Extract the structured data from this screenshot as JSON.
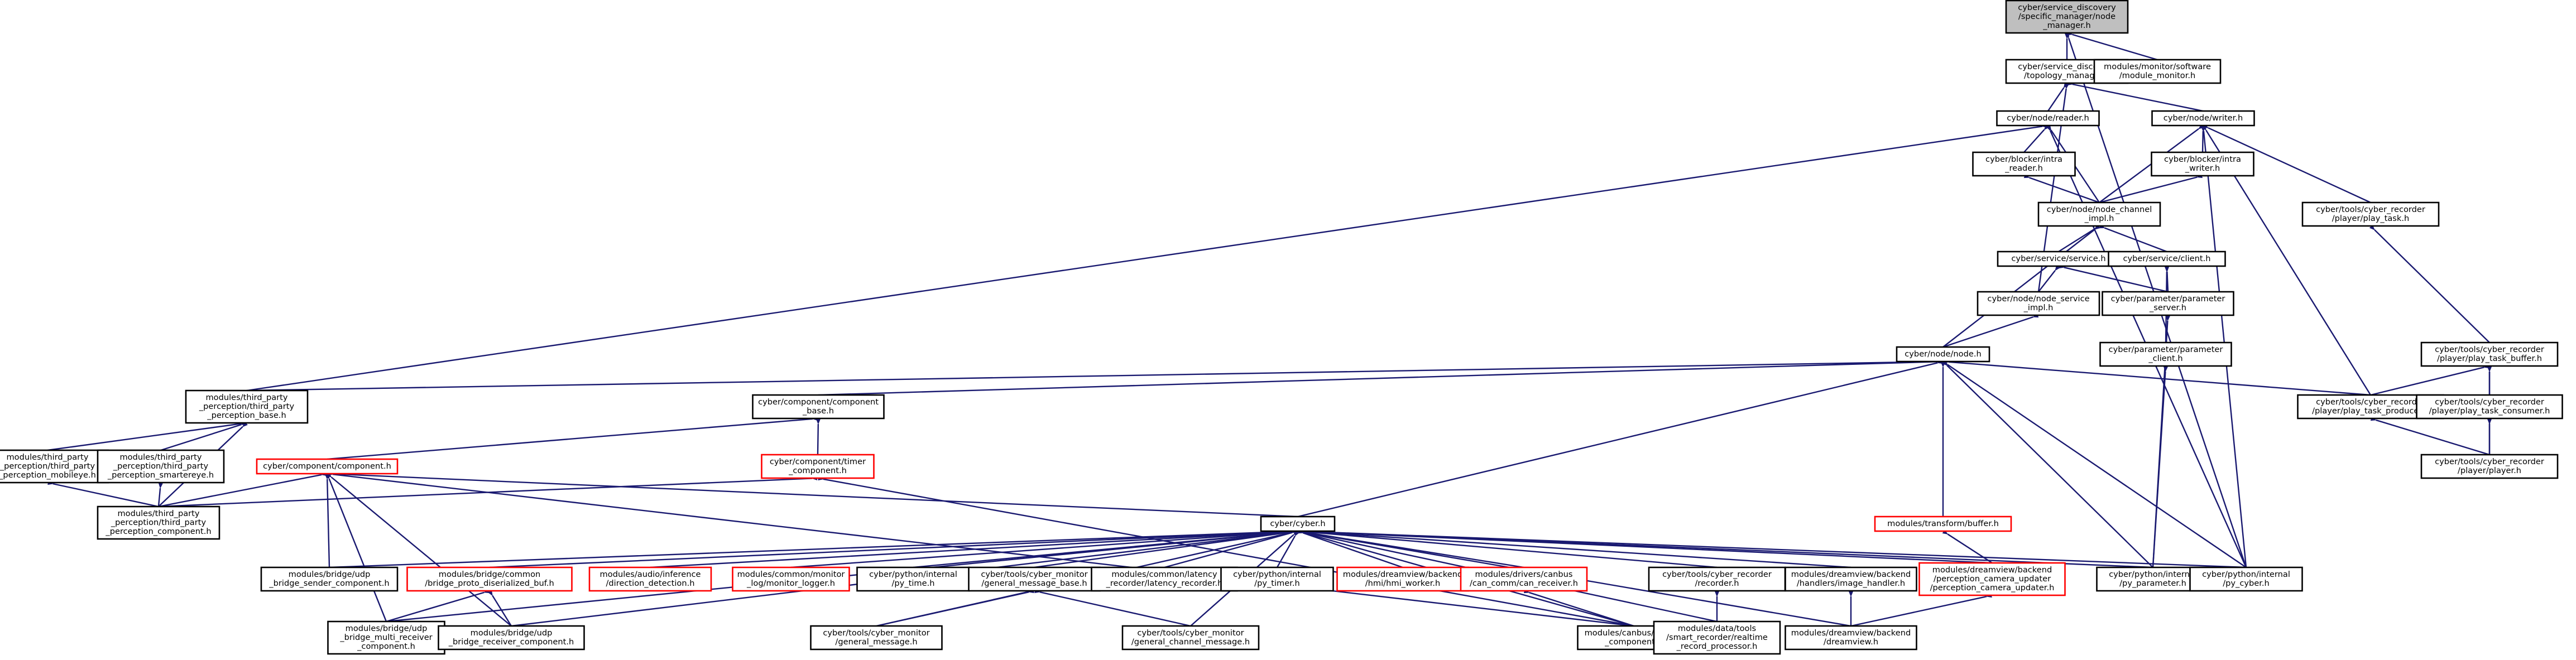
{
  "graph": {
    "type": "include-dependency-graph",
    "nodes": [
      {
        "id": "mgr",
        "lines": [
          "cyber/service_discovery",
          "/specific_manager/node",
          "_manager.h"
        ],
        "style": "root"
      },
      {
        "id": "topo",
        "lines": [
          "cyber/service_discovery",
          "/topology_manager.h"
        ]
      },
      {
        "id": "monsw",
        "lines": [
          "modules/monitor/software",
          "/module_monitor.h"
        ]
      },
      {
        "id": "reader",
        "lines": [
          "cyber/node/reader.h"
        ]
      },
      {
        "id": "writer",
        "lines": [
          "cyber/node/writer.h"
        ]
      },
      {
        "id": "intrareader",
        "lines": [
          "cyber/blocker/intra",
          "_reader.h"
        ]
      },
      {
        "id": "intrawriter",
        "lines": [
          "cyber/blocker/intra",
          "_writer.h"
        ]
      },
      {
        "id": "playtask",
        "lines": [
          "cyber/tools/cyber_recorder",
          "/player/play_task.h"
        ]
      },
      {
        "id": "channel",
        "lines": [
          "cyber/node/node_channel",
          "_impl.h"
        ]
      },
      {
        "id": "service",
        "lines": [
          "cyber/service/service.h"
        ]
      },
      {
        "id": "client",
        "lines": [
          "cyber/service/client.h"
        ]
      },
      {
        "id": "nodesvc",
        "lines": [
          "cyber/node/node_service",
          "_impl.h"
        ]
      },
      {
        "id": "paramsrv",
        "lines": [
          "cyber/parameter/parameter",
          "_server.h"
        ]
      },
      {
        "id": "paramcli",
        "lines": [
          "cyber/parameter/parameter",
          "_client.h"
        ]
      },
      {
        "id": "node",
        "lines": [
          "cyber/node/node.h"
        ]
      },
      {
        "id": "taskbuf",
        "lines": [
          "cyber/tools/cyber_recorder",
          "/player/play_task_buffer.h"
        ]
      },
      {
        "id": "taskprod",
        "lines": [
          "cyber/tools/cyber_recorder",
          "/player/play_task_producer.h"
        ]
      },
      {
        "id": "taskcons",
        "lines": [
          "cyber/tools/cyber_recorder",
          "/player/play_task_consumer.h"
        ]
      },
      {
        "id": "player",
        "lines": [
          "cyber/tools/cyber_recorder",
          "/player/player.h"
        ]
      },
      {
        "id": "tpbase",
        "lines": [
          "modules/third_party",
          "_perception/third_party",
          "_perception_base.h"
        ]
      },
      {
        "id": "compbase",
        "lines": [
          "cyber/component/component",
          "_base.h"
        ]
      },
      {
        "id": "mobileye",
        "lines": [
          "modules/third_party",
          "_perception/third_party",
          "_perception_mobileye.h"
        ]
      },
      {
        "id": "smartereye",
        "lines": [
          "modules/third_party",
          "_perception/third_party",
          "_perception_smartereye.h"
        ]
      },
      {
        "id": "component",
        "lines": [
          "cyber/component/component.h"
        ],
        "style": "red"
      },
      {
        "id": "timercomp",
        "lines": [
          "cyber/component/timer",
          "_component.h"
        ],
        "style": "red"
      },
      {
        "id": "tpcomp",
        "lines": [
          "modules/third_party",
          "_perception/third_party",
          "_perception_component.h"
        ]
      },
      {
        "id": "tfbuf",
        "lines": [
          "modules/transform/buffer.h"
        ],
        "style": "red"
      },
      {
        "id": "cyber",
        "lines": [
          "cyber/cyber.h"
        ]
      },
      {
        "id": "udpsender",
        "lines": [
          "modules/bridge/udp",
          "_bridge_sender_component.h"
        ]
      },
      {
        "id": "protobuf",
        "lines": [
          "modules/bridge/common",
          "/bridge_proto_diserialized_buf.h"
        ],
        "style": "red"
      },
      {
        "id": "dirdetect",
        "lines": [
          "modules/audio/inference",
          "/direction_detection.h"
        ],
        "style": "red"
      },
      {
        "id": "monlogger",
        "lines": [
          "modules/common/monitor",
          "_log/monitor_logger.h"
        ],
        "style": "red"
      },
      {
        "id": "pytime",
        "lines": [
          "cyber/python/internal",
          "/py_time.h"
        ]
      },
      {
        "id": "genmsgbase",
        "lines": [
          "cyber/tools/cyber_monitor",
          "/general_message_base.h"
        ]
      },
      {
        "id": "latency",
        "lines": [
          "modules/common/latency",
          "_recorder/latency_recorder.h"
        ]
      },
      {
        "id": "pytimer",
        "lines": [
          "cyber/python/internal",
          "/py_timer.h"
        ]
      },
      {
        "id": "hmiworker",
        "lines": [
          "modules/dreamview/backend",
          "/hmi/hmi_worker.h"
        ],
        "style": "red"
      },
      {
        "id": "canrecv",
        "lines": [
          "modules/drivers/canbus",
          "/can_comm/can_receiver.h"
        ],
        "style": "red"
      },
      {
        "id": "recorder",
        "lines": [
          "cyber/tools/cyber_recorder",
          "/recorder.h"
        ]
      },
      {
        "id": "imghandler",
        "lines": [
          "modules/dreamview/backend",
          "/handlers/image_handler.h"
        ]
      },
      {
        "id": "camupdater",
        "lines": [
          "modules/dreamview/backend",
          "/perception_camera_updater",
          "/perception_camera_updater.h"
        ],
        "style": "red"
      },
      {
        "id": "pyparam",
        "lines": [
          "cyber/python/internal",
          "/py_parameter.h"
        ]
      },
      {
        "id": "pycyber",
        "lines": [
          "cyber/python/internal",
          "/py_cyber.h"
        ]
      },
      {
        "id": "multirecv",
        "lines": [
          "modules/bridge/udp",
          "_bridge_multi_receiver",
          "_component.h"
        ]
      },
      {
        "id": "udprecv",
        "lines": [
          "modules/bridge/udp",
          "_bridge_receiver_component.h"
        ]
      },
      {
        "id": "genmsg",
        "lines": [
          "cyber/tools/cyber_monitor",
          "/general_message.h"
        ]
      },
      {
        "id": "genchanmsg",
        "lines": [
          "cyber/tools/cyber_monitor",
          "/general_channel_message.h"
        ]
      },
      {
        "id": "canbuscomp",
        "lines": [
          "modules/canbus/canbus",
          "_component.h"
        ]
      },
      {
        "id": "rtproc",
        "lines": [
          "modules/data/tools",
          "/smart_recorder/realtime",
          "_record_processor.h"
        ]
      },
      {
        "id": "dreamview",
        "lines": [
          "modules/dreamview/backend",
          "/dreamview.h"
        ]
      }
    ],
    "edges": [
      [
        "mgr",
        "topo"
      ],
      [
        "mgr",
        "monsw"
      ],
      [
        "mgr",
        "pycyber"
      ],
      [
        "topo",
        "reader"
      ],
      [
        "topo",
        "writer"
      ],
      [
        "topo",
        "nodesvc"
      ],
      [
        "reader",
        "intrareader"
      ],
      [
        "reader",
        "channel"
      ],
      [
        "reader",
        "tpbase"
      ],
      [
        "reader",
        "pycyber"
      ],
      [
        "writer",
        "intrawriter"
      ],
      [
        "writer",
        "channel"
      ],
      [
        "writer",
        "playtask"
      ],
      [
        "writer",
        "taskprod"
      ],
      [
        "writer",
        "pycyber"
      ],
      [
        "intrareader",
        "channel"
      ],
      [
        "intrawriter",
        "channel"
      ],
      [
        "channel",
        "service"
      ],
      [
        "channel",
        "client"
      ],
      [
        "channel",
        "node"
      ],
      [
        "service",
        "nodesvc"
      ],
      [
        "service",
        "paramsrv"
      ],
      [
        "client",
        "paramsrv"
      ],
      [
        "client",
        "paramcli"
      ],
      [
        "nodesvc",
        "node"
      ],
      [
        "paramcli",
        "pyparam"
      ],
      [
        "paramsrv",
        "pyparam"
      ],
      [
        "playtask",
        "taskbuf"
      ],
      [
        "taskbuf",
        "taskprod"
      ],
      [
        "taskbuf",
        "taskcons"
      ],
      [
        "taskbuf",
        "player"
      ],
      [
        "taskprod",
        "player"
      ],
      [
        "taskcons",
        "player"
      ],
      [
        "node",
        "tpbase"
      ],
      [
        "node",
        "compbase"
      ],
      [
        "node",
        "cyber"
      ],
      [
        "node",
        "tfbuf"
      ],
      [
        "node",
        "taskprod"
      ],
      [
        "node",
        "pycyber"
      ],
      [
        "node",
        "pyparam"
      ],
      [
        "tpbase",
        "mobileye"
      ],
      [
        "tpbase",
        "smartereye"
      ],
      [
        "tpbase",
        "tpcomp"
      ],
      [
        "mobileye",
        "tpcomp"
      ],
      [
        "smartereye",
        "tpcomp"
      ],
      [
        "compbase",
        "component"
      ],
      [
        "compbase",
        "timercomp"
      ],
      [
        "component",
        "cyber"
      ],
      [
        "component",
        "tpcomp"
      ],
      [
        "component",
        "udpsender"
      ],
      [
        "component",
        "multirecv"
      ],
      [
        "component",
        "udprecv"
      ],
      [
        "component",
        "canbuscomp"
      ],
      [
        "timercomp",
        "tpcomp"
      ],
      [
        "timercomp",
        "canbuscomp"
      ],
      [
        "tfbuf",
        "camupdater"
      ],
      [
        "cyber",
        "udpsender"
      ],
      [
        "cyber",
        "protobuf"
      ],
      [
        "cyber",
        "dirdetect"
      ],
      [
        "cyber",
        "monlogger"
      ],
      [
        "cyber",
        "pytime"
      ],
      [
        "cyber",
        "genmsgbase"
      ],
      [
        "cyber",
        "latency"
      ],
      [
        "cyber",
        "pytimer"
      ],
      [
        "cyber",
        "hmiworker"
      ],
      [
        "cyber",
        "canrecv"
      ],
      [
        "cyber",
        "recorder"
      ],
      [
        "cyber",
        "imghandler"
      ],
      [
        "cyber",
        "camupdater"
      ],
      [
        "cyber",
        "pyparam"
      ],
      [
        "cyber",
        "pycyber"
      ],
      [
        "cyber",
        "multirecv"
      ],
      [
        "cyber",
        "udprecv"
      ],
      [
        "cyber",
        "genmsg"
      ],
      [
        "cyber",
        "genchanmsg"
      ],
      [
        "cyber",
        "canbuscomp"
      ],
      [
        "cyber",
        "rtproc"
      ],
      [
        "cyber",
        "dreamview"
      ],
      [
        "protobuf",
        "multirecv"
      ],
      [
        "protobuf",
        "udprecv"
      ],
      [
        "genmsgbase",
        "genmsg"
      ],
      [
        "genmsgbase",
        "genchanmsg"
      ],
      [
        "canrecv",
        "canbuscomp"
      ],
      [
        "recorder",
        "rtproc"
      ],
      [
        "imghandler",
        "dreamview"
      ],
      [
        "camupdater",
        "dreamview"
      ]
    ]
  }
}
